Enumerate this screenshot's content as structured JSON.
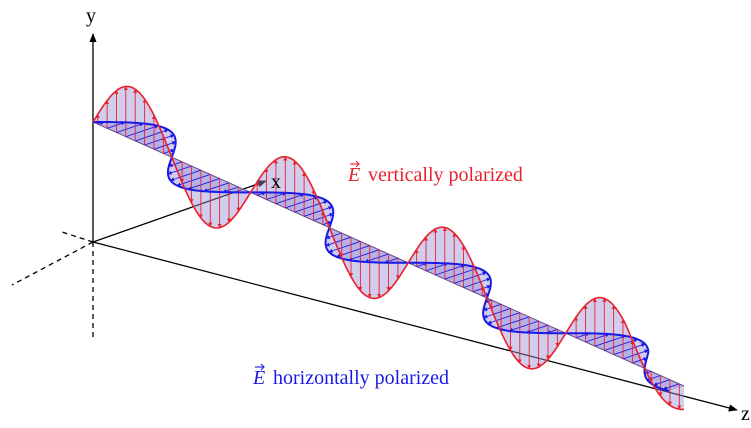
{
  "axes": {
    "x_label": "x",
    "y_label": "y",
    "z_label": "z"
  },
  "vertical_wave": {
    "field_symbol": "E",
    "label": "vertically polarized",
    "color": "#e8222e"
  },
  "horizontal_wave": {
    "field_symbol": "E",
    "label": "horizontally polarized",
    "color": "#1a1ae6"
  },
  "fill_color": "#9b8fd6"
}
